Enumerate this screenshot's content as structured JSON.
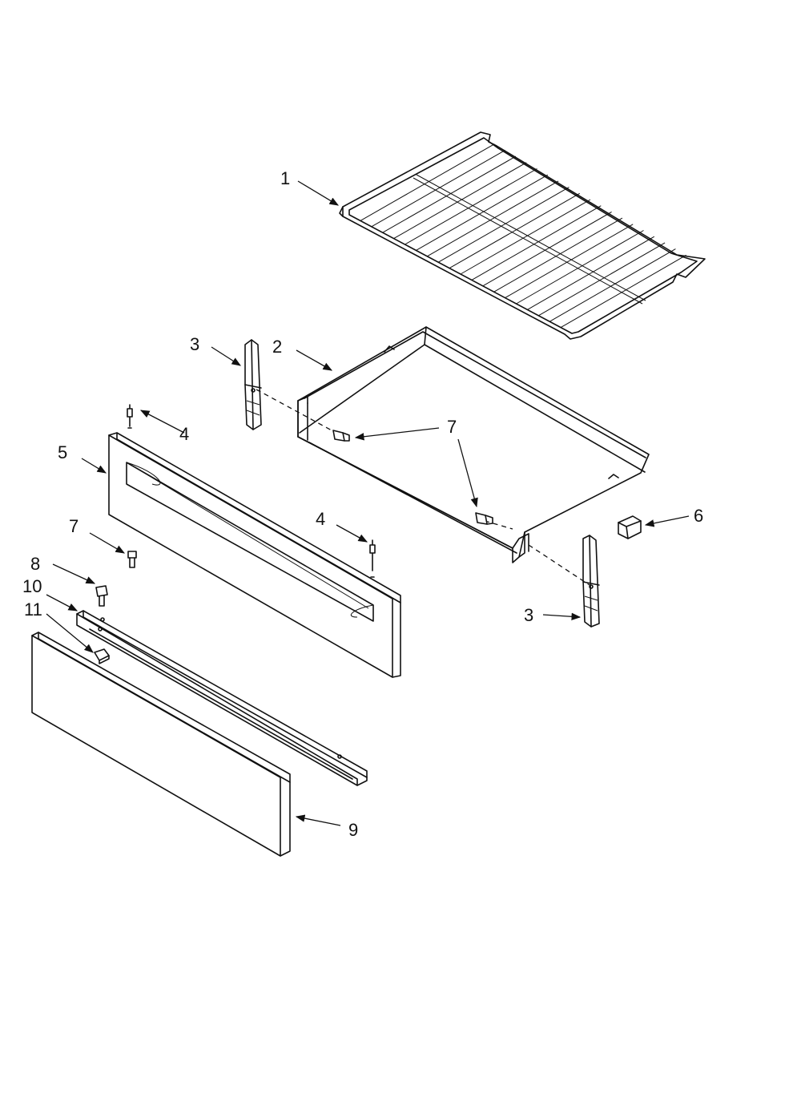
{
  "diagram": {
    "parts": [
      {
        "key": "rack",
        "callout": "1"
      },
      {
        "key": "drawer",
        "callout": "2"
      },
      {
        "key": "rail-left",
        "callout": "3"
      },
      {
        "key": "rail-right",
        "callout": "3"
      },
      {
        "key": "stud-left",
        "callout": "4"
      },
      {
        "key": "stud-right",
        "callout": "4"
      },
      {
        "key": "drawer-front",
        "callout": "5"
      },
      {
        "key": "clip",
        "callout": "6"
      },
      {
        "key": "screw-drawer",
        "callout": "7"
      },
      {
        "key": "screw-front",
        "callout": "7"
      },
      {
        "key": "screw-8",
        "callout": "8"
      },
      {
        "key": "bottom-panel",
        "callout": "9"
      },
      {
        "key": "bracket",
        "callout": "10"
      },
      {
        "key": "nut",
        "callout": "11"
      }
    ],
    "callouts": {
      "rack": "1",
      "drawer": "2",
      "rail_left": "3",
      "rail_right": "3",
      "stud_left": "4",
      "stud_right": "4",
      "drawer_front": "5",
      "clip": "6",
      "screw_pair": "7",
      "screw_front": "7",
      "screw_8": "8",
      "bottom_panel": "9",
      "bracket": "10",
      "nut": "11"
    }
  }
}
